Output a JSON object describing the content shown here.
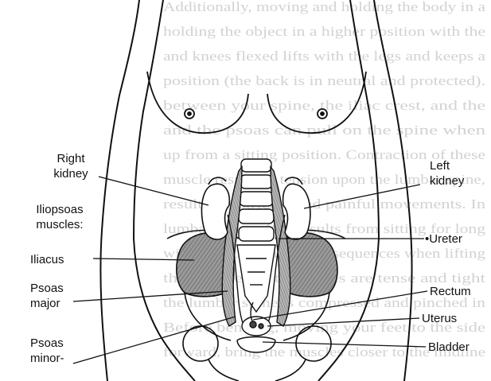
{
  "labels": {
    "right_kidney_1": "Right",
    "right_kidney_2": "kidney",
    "iliopsoas_1": "Iliopsoas",
    "iliopsoas_2": "muscles:",
    "iliacus": "Iliacus",
    "psoas_major_1": "Psoas",
    "psoas_major_2": "major",
    "psoas_minor_1": "Psoas",
    "psoas_minor_2": "minor-",
    "left_kidney_1": "Left",
    "left_kidney_2": "kidney",
    "ureter": "•Ureter",
    "rectum": "Rectum",
    "uterus": "Uterus",
    "bladder": "Bladder"
  },
  "background_text_lines": [
    "Additionally, moving and holding the body in a",
    "holding the object in a higher position with the",
    "and knees flexed lifts with the legs and keeps a",
    "position (the back is in neutral and protected).",
    "between your spine, the iliac crest, and the",
    "and the psoas can pull on the spine when",
    "up from a sitting position. Contraction of these",
    "muscle results in tension upon the lumbar spine,",
    "result in restricted and painful movements. In",
    "lumbar spine often results from sitting for long",
    "will bring unpleasant consequences when lifting",
    "the muscles of the pelvis are tense and tight",
    "the lumbar spine is compressed and pinched in",
    "Before bending, moving your feet to the side",
    "forward, bring the muscles closer to the midline"
  ],
  "colors": {
    "ink": "#111111",
    "muscle_shade": "#8a8a8a",
    "bg_text": "#cfcfcf"
  }
}
